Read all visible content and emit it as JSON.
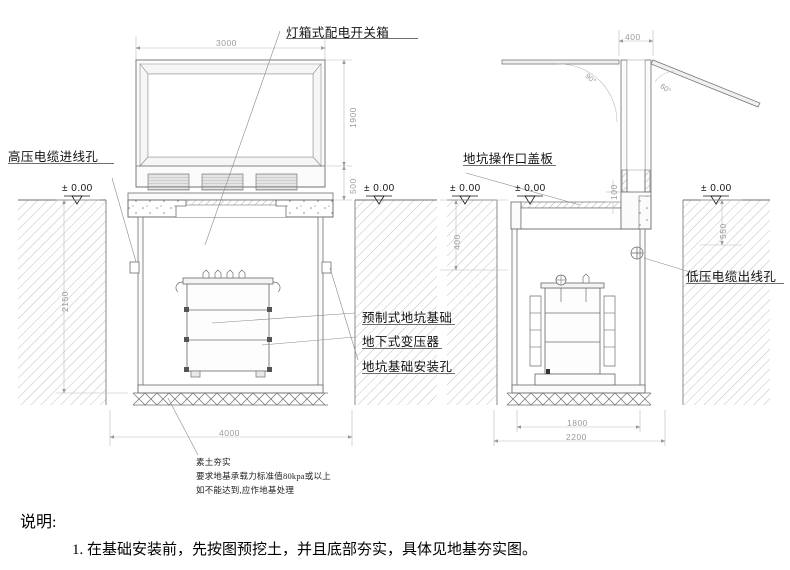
{
  "drawing": {
    "title_label": "灯箱式配电开关箱",
    "labels": {
      "hv_cable_inlet": "高压电缆进线孔",
      "lv_cable_outlet": "低压电缆出线孔",
      "pit_hatch_cover": "地坑操作口盖板",
      "precast_pit_foundation": "预制式地坑基础",
      "underground_transformer": "地下式变压器",
      "pit_foundation_mounting_hole": "地坑基础安装孔"
    },
    "elevation_marks": [
      {
        "id": "left-outer",
        "text": "± 0.00"
      },
      {
        "id": "left-inner",
        "text": "± 0.00"
      },
      {
        "id": "right-sec-left",
        "text": "± 0.00"
      },
      {
        "id": "right-sec-mid",
        "text": "± 0.00"
      },
      {
        "id": "right-sec-right",
        "text": "± 0.00"
      }
    ],
    "dimensions": {
      "front_cabinet_width": "3000",
      "front_cabinet_height": "1900",
      "front_louver_band": "500",
      "pit_depth": "2150",
      "pit_overall_width": "4000",
      "side_hatch_width": "400",
      "side_cover_thickness": "100",
      "side_pit_top_depth": "400",
      "side_ground_to_pit": "550",
      "side_pit_inner_width": "1800",
      "side_pit_overall_width": "2200"
    },
    "angles": [
      {
        "id": "hatch-left",
        "text": "90°"
      },
      {
        "id": "hatch-right",
        "text": "60°"
      }
    ],
    "ground_note": [
      "素土夯实",
      "要求地基承载力标准值80kpa或以上",
      "如不能达到,应作地基处理"
    ]
  },
  "notes": {
    "heading": "说明:",
    "items": [
      "1. 在基础安装前，先按图预挖土，并且底部夯实，具体见地基夯实图。"
    ]
  },
  "colors": {
    "line": "#6f6f6f",
    "line_light": "#b9b9b9",
    "dim": "#9a9a9a",
    "fill": "#f2f2f2",
    "hatch": "#9d9d9d",
    "text": "#111111"
  }
}
